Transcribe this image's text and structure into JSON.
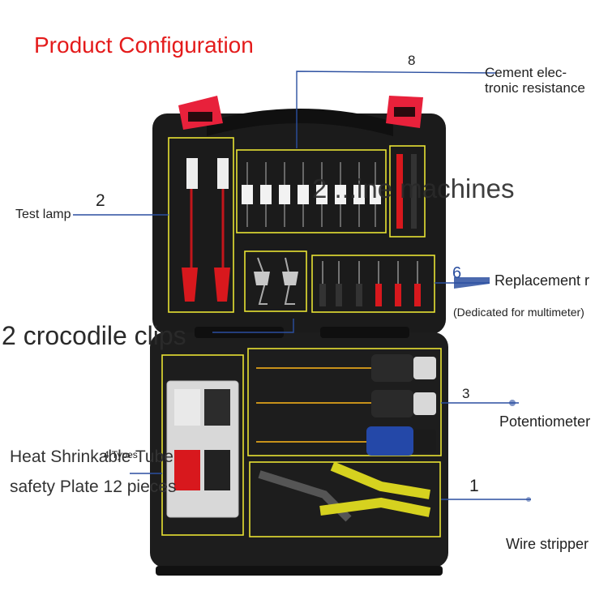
{
  "title": "Product Configuration",
  "labels": {
    "cement_number": "8",
    "cement_line1": "Cement elec-",
    "cement_line2": "tronic resistance",
    "test_lamp_number": "2",
    "test_lamp": "Test lamp",
    "machines": "2 ...ine machines",
    "replacement_number": "6",
    "replacement": "Replacement r",
    "multimeter_note": "(Dedicated for multimeter)",
    "crocodile": "2 crocodile clips",
    "potentiometer_number": "3",
    "potentiometer": "Potentiometer",
    "heat_line1": "Heat Shrinkable Tube",
    "heat_line2": "safety Plate 12 pieces",
    "four_types": "4 Types",
    "wire_number": "1",
    "wire_stripper": "Wire stripper"
  },
  "colors": {
    "title_red": "#e41b1b",
    "case_black": "#1b1b1b",
    "highlight_yellow": "#e8e233",
    "leader_blue": "#2b4fa0",
    "handle_red": "#e8213b"
  }
}
